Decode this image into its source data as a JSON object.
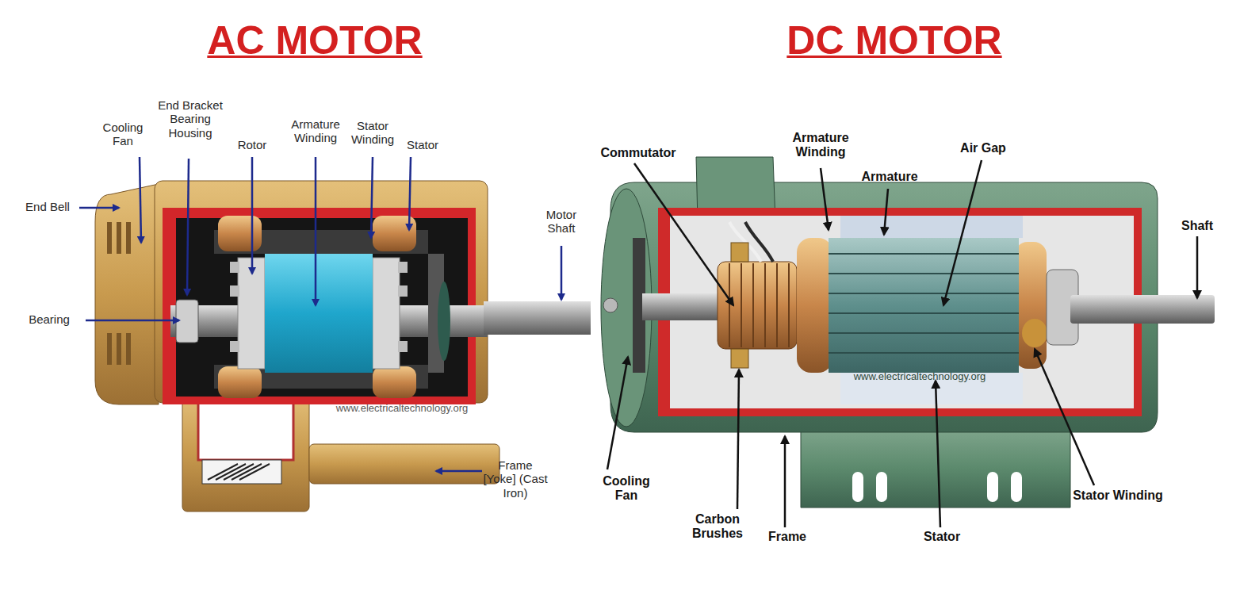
{
  "diagram": {
    "labels": [
      "AC MOTOR",
      "Cooling Fan",
      "End Bracket Bearing Housing",
      "Rotor",
      "Armature Winding",
      "Stator Winding",
      "Stator",
      "End Bell",
      "Motor Shaft",
      "Bearing",
      "Frame [Yoke] (Cast Iron)",
      "www.electricaltechnology.org",
      "DC MOTOR",
      "Commutator",
      "Armature Winding",
      "Armature",
      "Air Gap",
      "Shaft",
      "Cooling Fan",
      "Carbon Brushes",
      "Frame",
      "Stator",
      "Stator Winding",
      "www.electricaltechnology.org"
    ]
  }
}
